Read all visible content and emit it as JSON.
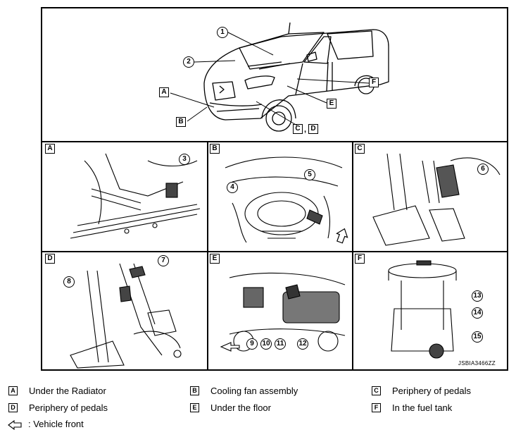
{
  "overview": {
    "callouts": [
      "1",
      "2"
    ],
    "locations": [
      "A",
      "B",
      "C",
      "D",
      "E",
      "F"
    ],
    "separator": ","
  },
  "panels": [
    {
      "letter": "A",
      "callouts": [
        "3"
      ]
    },
    {
      "letter": "B",
      "callouts": [
        "4",
        "5"
      ]
    },
    {
      "letter": "C",
      "callouts": [
        "6"
      ]
    },
    {
      "letter": "D",
      "callouts": [
        "7",
        "8"
      ]
    },
    {
      "letter": "E",
      "callouts": [
        "9",
        "10",
        "11",
        "12"
      ]
    },
    {
      "letter": "F",
      "callouts": [
        "13",
        "14",
        "15"
      ]
    }
  ],
  "image_code": "JSBIA3466ZZ",
  "legend": [
    {
      "key": "A",
      "label": "Under the Radiator"
    },
    {
      "key": "B",
      "label": "Cooling fan assembly"
    },
    {
      "key": "C",
      "label": "Periphery of pedals"
    },
    {
      "key": "D",
      "label": "Periphery of pedals"
    },
    {
      "key": "E",
      "label": "Under the floor"
    },
    {
      "key": "F",
      "label": "In the fuel tank"
    }
  ],
  "arrow_legend": {
    "label": ": Vehicle front"
  }
}
